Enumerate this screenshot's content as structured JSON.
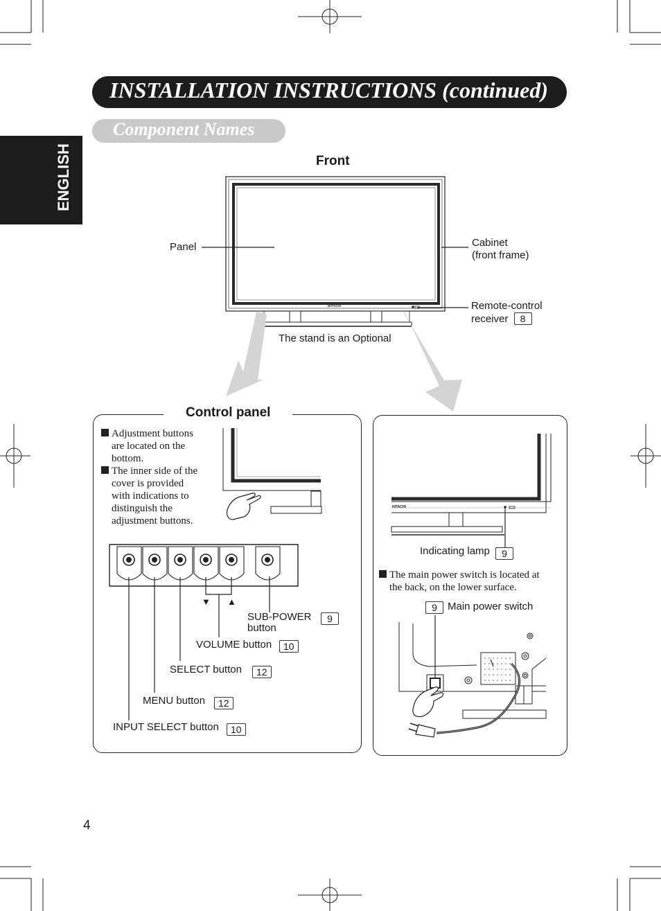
{
  "side_tab": "ENGLISH",
  "title": "INSTALLATION INSTRUCTIONS (continued)",
  "subtitle": "Component Names",
  "front": {
    "heading": "Front",
    "panel": "Panel",
    "cabinet_line1": "Cabinet",
    "cabinet_line2": "(front frame)",
    "remote_line1": "Remote-control",
    "remote_line2": "receiver",
    "remote_ref": "8",
    "stand_note": "The stand is an Optional",
    "brand": "HITACHI"
  },
  "control_panel": {
    "heading": "Control panel",
    "note1_line1": "Adjustment buttons",
    "note1_line2": "are located on the",
    "note1_line3": "bottom.",
    "note2_line1": "The inner side of the",
    "note2_line2": "cover is provided",
    "note2_line3": "with indications to",
    "note2_line4": "distinguish the",
    "note2_line5": "adjustment buttons.",
    "sub_power_line1": "SUB-POWER",
    "sub_power_line2": "button",
    "sub_power_ref": "9",
    "volume": "VOLUME button",
    "volume_ref": "10",
    "select": "SELECT button",
    "select_ref": "12",
    "menu": "MENU button",
    "menu_ref": "12",
    "input_select": "INPUT SELECT button",
    "input_select_ref": "10",
    "down_arrow": "▼",
    "up_arrow": "▲"
  },
  "rear": {
    "brand": "HITACHI",
    "indicating_lamp": "Indicating lamp",
    "indicating_lamp_ref": "9",
    "note_line1": "The main power switch is located at",
    "note_line2": "the back, on the lower surface.",
    "main_power_ref": "9",
    "main_power": "Main power switch"
  },
  "page_number": "4"
}
